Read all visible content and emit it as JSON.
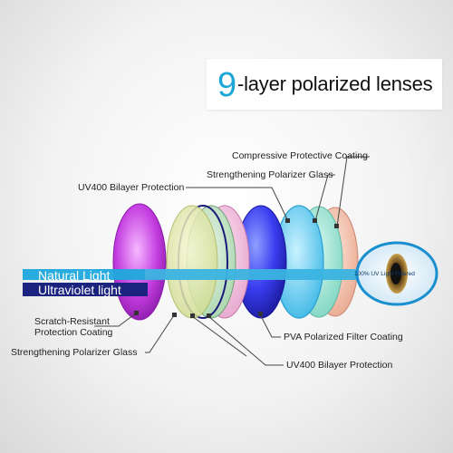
{
  "title": {
    "number": "9",
    "text": "-layer polarized lenses"
  },
  "beams": {
    "natural": "Natural Light",
    "ultraviolet": "Ultraviolet light"
  },
  "eye_label": "100% UV Light Filtered",
  "callouts": {
    "compressive": "Compressive Protective Coating",
    "strengthening_top": "Strengthening Polarizer Glass",
    "uv400_top": "UV400 Bilayer Protection",
    "scratch_line1": "Scratch-Resistant",
    "scratch_line2": "Protection Coating",
    "strengthening_bottom": "Strengthening Polarizer Glass",
    "pva": "PVA Polarized Filter Coating",
    "uv400_bottom": "UV400 Bilayer Protection"
  },
  "colors": {
    "accent": "#1aa6d6",
    "natural_beam": "#1fa9dc",
    "ultraviolet_beam": "#1a237e"
  }
}
